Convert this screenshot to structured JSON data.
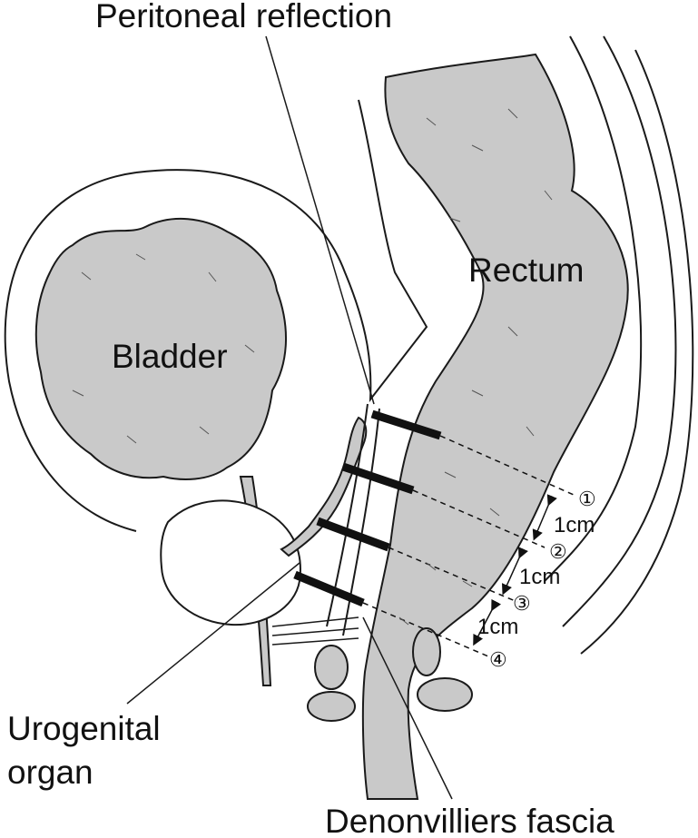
{
  "labels": {
    "peritoneal_reflection": "Peritoneal reflection",
    "rectum": "Rectum",
    "bladder": "Bladder",
    "urogenital_line1": "Urogenital",
    "urogenital_line2": "organ",
    "denonvilliers": "Denonvilliers fascia"
  },
  "levels": [
    {
      "marker": "①",
      "gap": "1cm"
    },
    {
      "marker": "②",
      "gap": "1cm"
    },
    {
      "marker": "③",
      "gap": "1cm"
    },
    {
      "marker": "④",
      "gap": ""
    }
  ],
  "colors": {
    "organ_fill": "#c9c9c9",
    "stroke": "#1a1a1a",
    "clamp": "#111111"
  }
}
